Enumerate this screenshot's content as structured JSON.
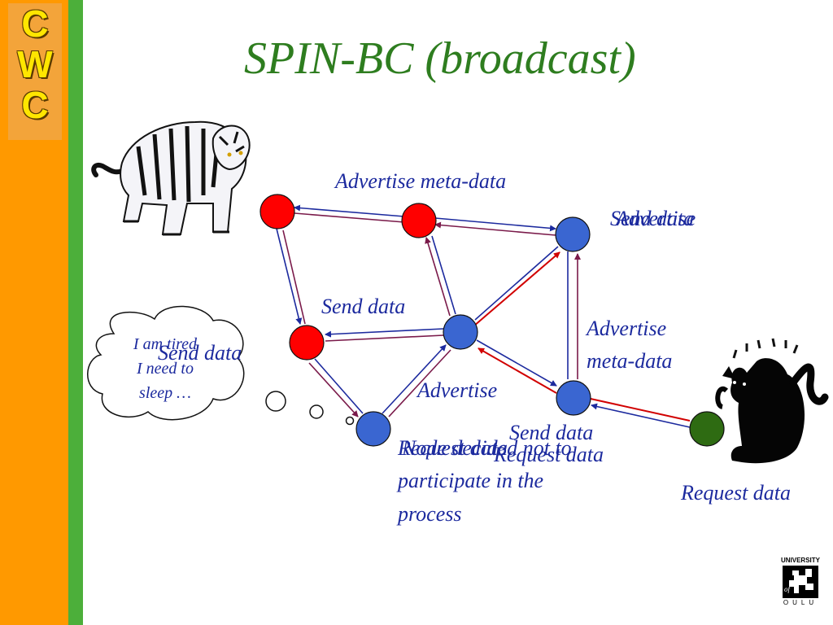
{
  "logo": {
    "letters": [
      "C",
      "W",
      "C"
    ]
  },
  "title": "SPIN-BC (broadcast)",
  "labels": {
    "advertise_meta_top": "Advertise meta-data",
    "send_overlap_a": "Send data",
    "send_overlap_b": "Advertise",
    "send_data_center": "Send data",
    "send_data_left": "Send data",
    "advertise_meta_right_1": "Advertise",
    "advertise_meta_right_2": "meta-data",
    "advertise_center": "Advertise",
    "send_data_lower": "Send data",
    "request_data_lower": "Request data",
    "request_data_bottom_a": "Request data",
    "request_data_bottom_b": "Node decided not to",
    "participate_line_1": "participate in the",
    "participate_line_2": "process",
    "request_data_right": "Request data"
  },
  "thought_bubble": {
    "line1": "I am tired",
    "line2": "I need to",
    "line3": "sleep …"
  },
  "university_logo": {
    "top_text": "UNIVERSITY",
    "of_text": "of",
    "bottom_text": "OULU"
  },
  "colors": {
    "red_node": "#ff0000",
    "blue_node": "#3a66d1",
    "green_node": "#2e6b12",
    "arrow_blue": "#1c2a9e",
    "arrow_red": "#d10000",
    "title_green": "#2e7d1f"
  },
  "icons": [
    "tiger-icon",
    "cat-icon",
    "thought-bubble-icon",
    "university-logo-icon"
  ]
}
